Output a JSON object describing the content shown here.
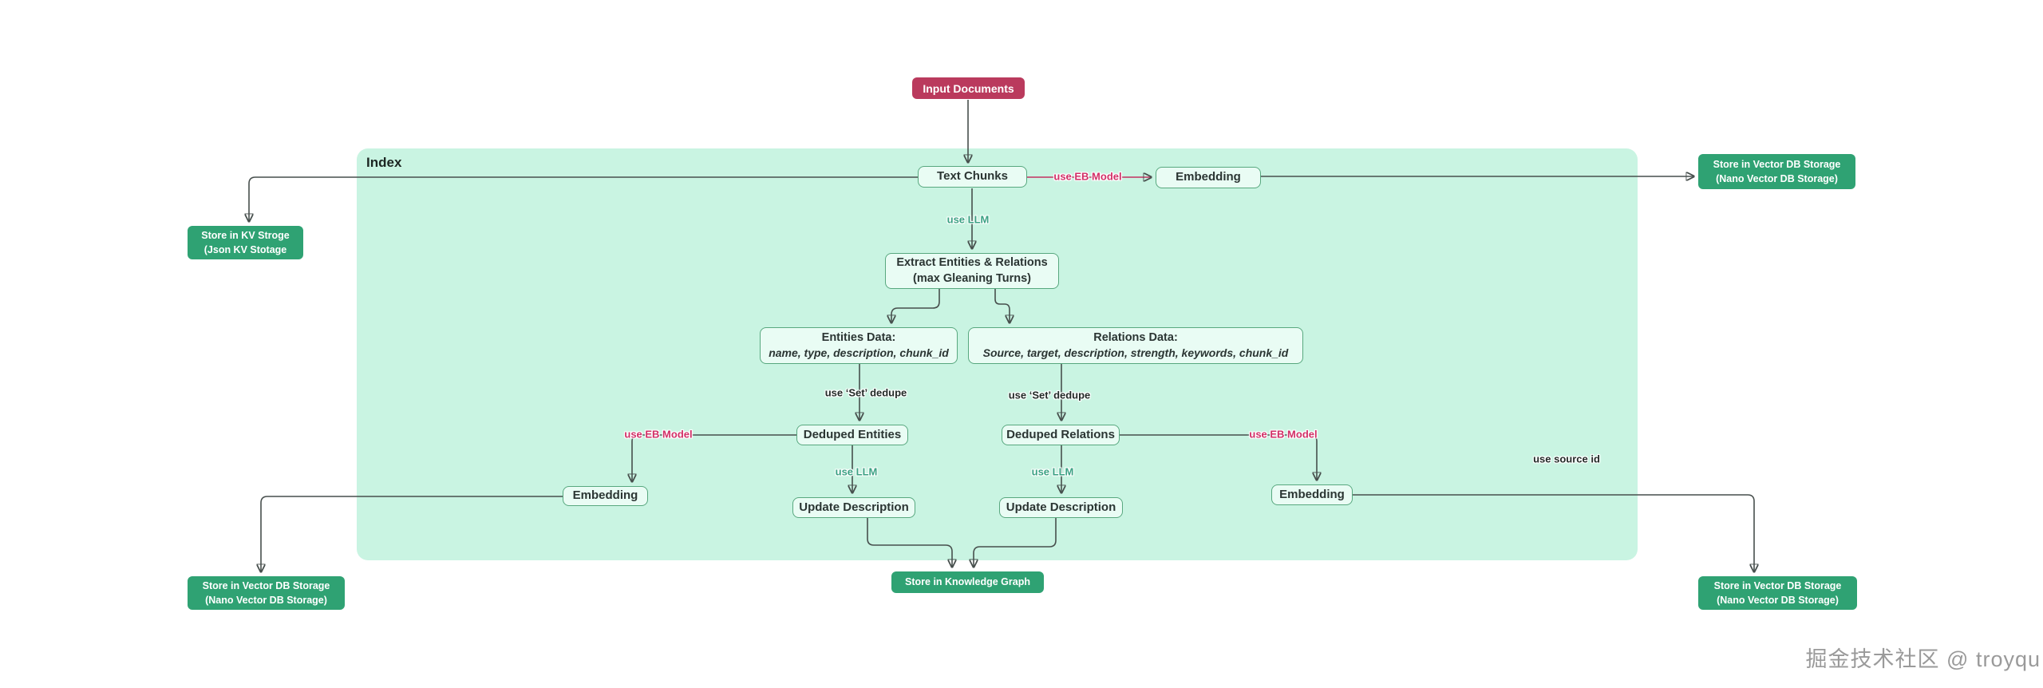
{
  "diagram": {
    "container_label": "Index",
    "nodes": {
      "input_documents": {
        "label": "Input Documents"
      },
      "text_chunks": {
        "label": "Text Chunks"
      },
      "embedding_top": {
        "label": "Embedding"
      },
      "extract": {
        "line1": "Extract Entities & Relations",
        "line2": "(max Gleaning Turns)"
      },
      "entities_data": {
        "title": "Entities Data:",
        "fields": "name, type, description, chunk_id"
      },
      "relations_data": {
        "title": "Relations Data:",
        "fields": "Source, target, description, strength, keywords, chunk_id"
      },
      "deduped_entities": {
        "label": "Deduped Entities"
      },
      "deduped_relations": {
        "label": "Deduped Relations"
      },
      "embedding_left": {
        "label": "Embedding"
      },
      "embedding_right": {
        "label": "Embedding"
      },
      "update_description_left": {
        "label": "Update Description"
      },
      "update_description_right": {
        "label": "Update Description"
      },
      "store_kv": {
        "line1": "Store in KV Stroge",
        "line2": "(Json KV Stotage"
      },
      "store_vector_top_right": {
        "line1": "Store in Vector DB Storage",
        "line2": "(Nano Vector DB Storage)"
      },
      "store_vector_bottom_left": {
        "line1": "Store in Vector DB Storage",
        "line2": "(Nano Vector DB Storage)"
      },
      "store_vector_bottom_right": {
        "line1": "Store in Vector DB Storage",
        "line2": "(Nano Vector DB Storage)"
      },
      "store_knowledge_graph": {
        "label": "Store in Knowledge Graph"
      }
    },
    "edge_labels": {
      "use_eb_model_top": "use EB Model",
      "use_eb_model_left": "use EB Model",
      "use_eb_model_right": "use EB Model",
      "use_llm_top": "use LLM",
      "use_llm_left": "use LLM",
      "use_llm_right": "use LLM",
      "use_set_dedupe_left": "use ‘Set’ dedupe",
      "use_set_dedupe_right": "use ‘Set’ dedupe",
      "use_source_id": "use source id"
    },
    "colors": {
      "container-bg": "#c9f4e2",
      "node-fill": "#e9fcf4",
      "node-border": "#58a87f",
      "green-bg": "#2fa273",
      "crimson-bg": "#ba3a5d",
      "edge": "#474f4d",
      "edge-accent": "#c23261",
      "label-accent": "#d12f66",
      "label-teal": "#3aa183",
      "watermark": "#9a9a9a"
    }
  },
  "watermark": "掘金技术社区 @ troyqu"
}
